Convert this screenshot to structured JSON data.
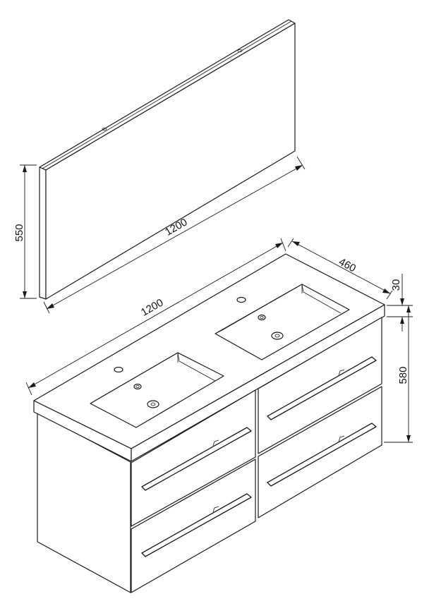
{
  "dimensions": {
    "mirror_width": "1200",
    "mirror_height": "550",
    "cabinet_width": "1200",
    "cabinet_depth": "460",
    "top_thickness": "30",
    "cabinet_height": "580"
  }
}
